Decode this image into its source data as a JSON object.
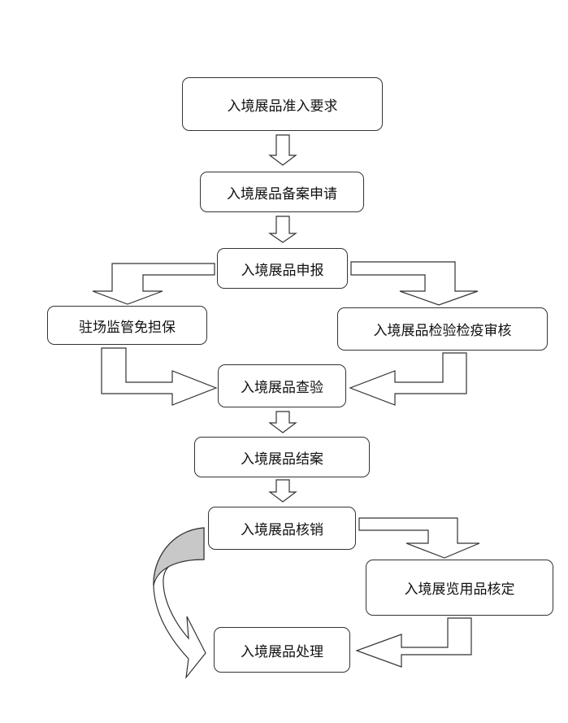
{
  "nodes": {
    "n1": "入境展品准入要求",
    "n2": "入境展品备案申请",
    "n3": "入境展品申报",
    "n4": "驻场监管免担保",
    "n5": "入境展品检验检疫审核",
    "n6": "入境展品查验",
    "n7": "入境展品结案",
    "n8": "入境展品核销",
    "n9": "入境展览用品核定",
    "n10": "入境展品处理"
  },
  "colors": {
    "stroke": "#333333",
    "arrow_fill": "#ffffff",
    "curved_arrow_shade": "#c8c8c8"
  }
}
